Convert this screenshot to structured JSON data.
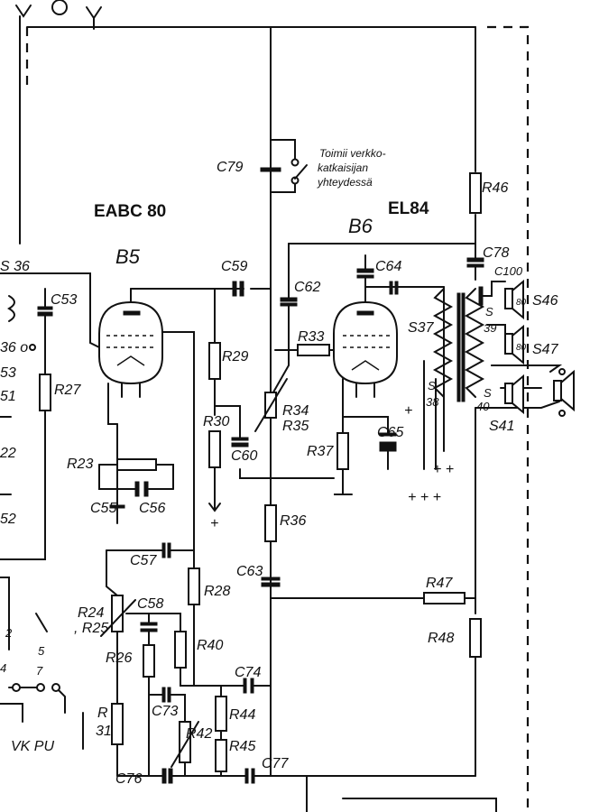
{
  "tubes": [
    {
      "type": "EABC 80",
      "ref": "B5"
    },
    {
      "type": "EL84",
      "ref": "B6"
    }
  ],
  "note_lines": [
    "Toimii verkko-",
    "katkaisijan",
    "yhteydessä"
  ],
  "labels": {
    "c79": "C79",
    "c59": "C59",
    "c62": "C62",
    "c64": "C64",
    "c78": "C78",
    "c100": "C100",
    "c53": "C53",
    "c60": "C60",
    "c65": "C65",
    "c55": "C55",
    "c56": "C56",
    "c57": "C57",
    "c58": "C58",
    "c63": "C63",
    "c73": "C73",
    "c74": "C74",
    "c76": "C76",
    "c77": "C77",
    "r46": "R46",
    "r27": "R27",
    "r29": "R29",
    "r30": "R30",
    "r33": "R33",
    "r34": "R34",
    "r35": "R35",
    "r37": "R37",
    "r23": "R23",
    "r36": "R36",
    "r47": "R47",
    "r48": "R48",
    "r28": "R28",
    "r24": "R24",
    "r25": ", R25",
    "r26": "R26",
    "r40": "R40",
    "r31a": "R",
    "r31b": "31",
    "r42": "R42",
    "r44": "R44",
    "r45": "R45",
    "s36": "S 36",
    "s37": "S37",
    "s38": "38",
    "s39": "39",
    "s40": "40",
    "s41": "S41",
    "s46": "S46",
    "s47": "S47",
    "s_top": "S",
    "s_mid": "S",
    "s_bot": "S",
    "l36o": "36 o",
    "l53": "53",
    "l51": "51",
    "l22": "22",
    "l52": "52",
    "vkpu": "VK PU",
    "plus1": "+",
    "plus2": "+",
    "plus3": "+ +",
    "plus4": "+ + +",
    "sw2": "2",
    "sw5": "5",
    "sw7": "7",
    "sw4": "4",
    "c100v": "80",
    "c100v2": "80"
  }
}
